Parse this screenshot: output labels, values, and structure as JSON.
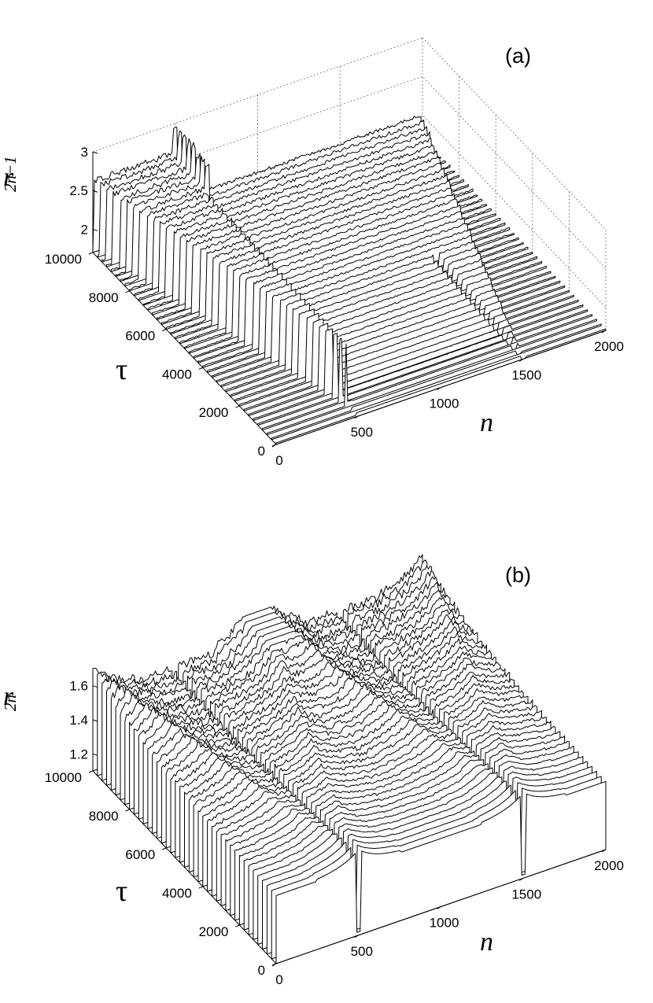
{
  "figure": {
    "panels": [
      {
        "id": "a",
        "label": "(a)",
        "ylabel_main": "r",
        "ylabel_sub": "2n−1",
        "xlabel": "n",
        "tlabel": "τ",
        "x_ticks": [
          "0",
          "500",
          "1000",
          "1500",
          "2000"
        ],
        "t_ticks": [
          "0",
          "2000",
          "4000",
          "6000",
          "8000",
          "10000"
        ],
        "z_ticks": [
          "2",
          "2.5",
          "3"
        ]
      },
      {
        "id": "b",
        "label": "(b)",
        "ylabel_main": "r",
        "ylabel_sub": "2n",
        "xlabel": "n",
        "tlabel": "τ",
        "x_ticks": [
          "0",
          "500",
          "1000",
          "1500",
          "2000"
        ],
        "t_ticks": [
          "0",
          "2000",
          "4000",
          "6000",
          "8000",
          "10000"
        ],
        "z_ticks": [
          "1.2",
          "1.4",
          "1.6"
        ]
      }
    ]
  },
  "chart_data": [
    {
      "type": "area",
      "subtype": "3d-waterfall",
      "title": "(a)",
      "xlabel": "n",
      "ylabel": "τ",
      "zlabel": "r_{2n-1}",
      "xlim": [
        0,
        2000
      ],
      "ylim": [
        0,
        10000
      ],
      "zlim": [
        1.7,
        3
      ],
      "grid": true,
      "baseline_value": 1.72,
      "elevated_value": 2.62,
      "lower_plateau_value": 1.75,
      "sharp_peak": {
        "n": 500,
        "value": 3.0
      },
      "elevated_band_left_edge": {
        "n_at_tau_0": 500,
        "n_at_tau_10000": 0
      },
      "elevated_band_right_edge": {
        "n_at_tau_0": 1500,
        "n_at_tau_10000": 2000
      },
      "narrow_dips": [
        {
          "n": 500
        },
        {
          "n": 1500
        }
      ],
      "tau_slices": [
        0,
        250,
        500,
        750,
        1000,
        1250,
        1500,
        1750,
        2000,
        2250,
        2500,
        2750,
        3000,
        3250,
        3500,
        3750,
        4000,
        4250,
        4500,
        4750,
        5000,
        5250,
        5500,
        5750,
        6000,
        6250,
        6500,
        6750,
        7000,
        7250,
        7500,
        7750,
        8000,
        8250,
        8500,
        8750,
        9000,
        9250,
        9500,
        9750,
        10000
      ]
    },
    {
      "type": "area",
      "subtype": "3d-waterfall",
      "title": "(b)",
      "xlabel": "n",
      "ylabel": "τ",
      "zlabel": "r_{2n}",
      "xlim": [
        0,
        2000
      ],
      "ylim": [
        0,
        10000
      ],
      "zlim": [
        1.1,
        1.7
      ],
      "grid": false,
      "baseline_value": 1.5,
      "peak_value": 1.7,
      "dip_value": 1.12,
      "narrow_dips": [
        {
          "n": 500,
          "value": 1.12
        },
        {
          "n": 1500,
          "value": 1.12
        }
      ],
      "ridge_lines": [
        {
          "n_at_tau_0": 500,
          "n_at_tau_10000": 0
        },
        {
          "n_at_tau_0": 500,
          "n_at_tau_10000": 1000
        },
        {
          "n_at_tau_0": 1500,
          "n_at_tau_10000": 1000
        },
        {
          "n_at_tau_0": 1500,
          "n_at_tau_10000": 2000
        }
      ],
      "tau_slices": [
        0,
        250,
        500,
        750,
        1000,
        1250,
        1500,
        1750,
        2000,
        2250,
        2500,
        2750,
        3000,
        3250,
        3500,
        3750,
        4000,
        4250,
        4500,
        4750,
        5000,
        5250,
        5500,
        5750,
        6000,
        6250,
        6500,
        6750,
        7000,
        7250,
        7500,
        7750,
        8000,
        8250,
        8500,
        8750,
        9000,
        9250,
        9500,
        9750,
        10000
      ]
    }
  ]
}
